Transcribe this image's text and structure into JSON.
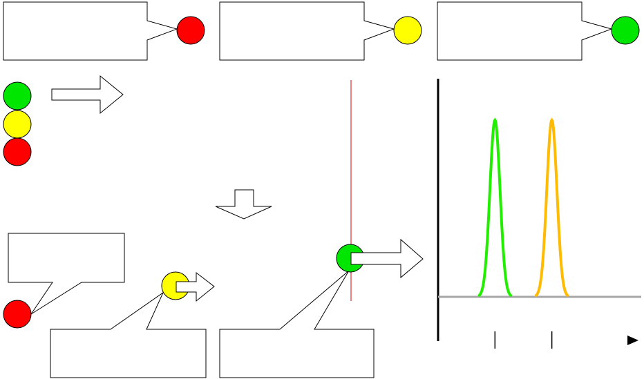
{
  "colors": {
    "red": "#ff0000",
    "yellow": "#ffff00",
    "green": "#00e600",
    "peak_green": "#22ee00",
    "peak_orange": "#ffbb00",
    "baseline": "#a6a6a6",
    "laser_line": "#e00000",
    "outline": "#000000"
  },
  "balls": [
    {
      "id": "top-red",
      "color": "red"
    },
    {
      "id": "top-yellow",
      "color": "yellow"
    },
    {
      "id": "top-green",
      "color": "green"
    },
    {
      "id": "stack-green",
      "color": "green"
    },
    {
      "id": "stack-yellow",
      "color": "yellow"
    },
    {
      "id": "stack-red",
      "color": "red"
    },
    {
      "id": "bottom-red",
      "color": "red"
    },
    {
      "id": "bottom-yellow",
      "color": "yellow"
    },
    {
      "id": "bottom-green",
      "color": "green"
    }
  ],
  "chart_data": {
    "type": "line",
    "title": "",
    "xlabel": "",
    "ylabel": "",
    "series": [
      {
        "color": "peak_green",
        "peak_x": 0.28,
        "width": 0.055
      },
      {
        "color": "peak_orange",
        "peak_x": 0.56,
        "width": 0.055
      }
    ],
    "baseline_level": 0.0,
    "peak_height": 1.0,
    "ticks_x": [
      0.28,
      0.56
    ],
    "axis_arrow": "right",
    "grid": false,
    "legend": "none"
  }
}
